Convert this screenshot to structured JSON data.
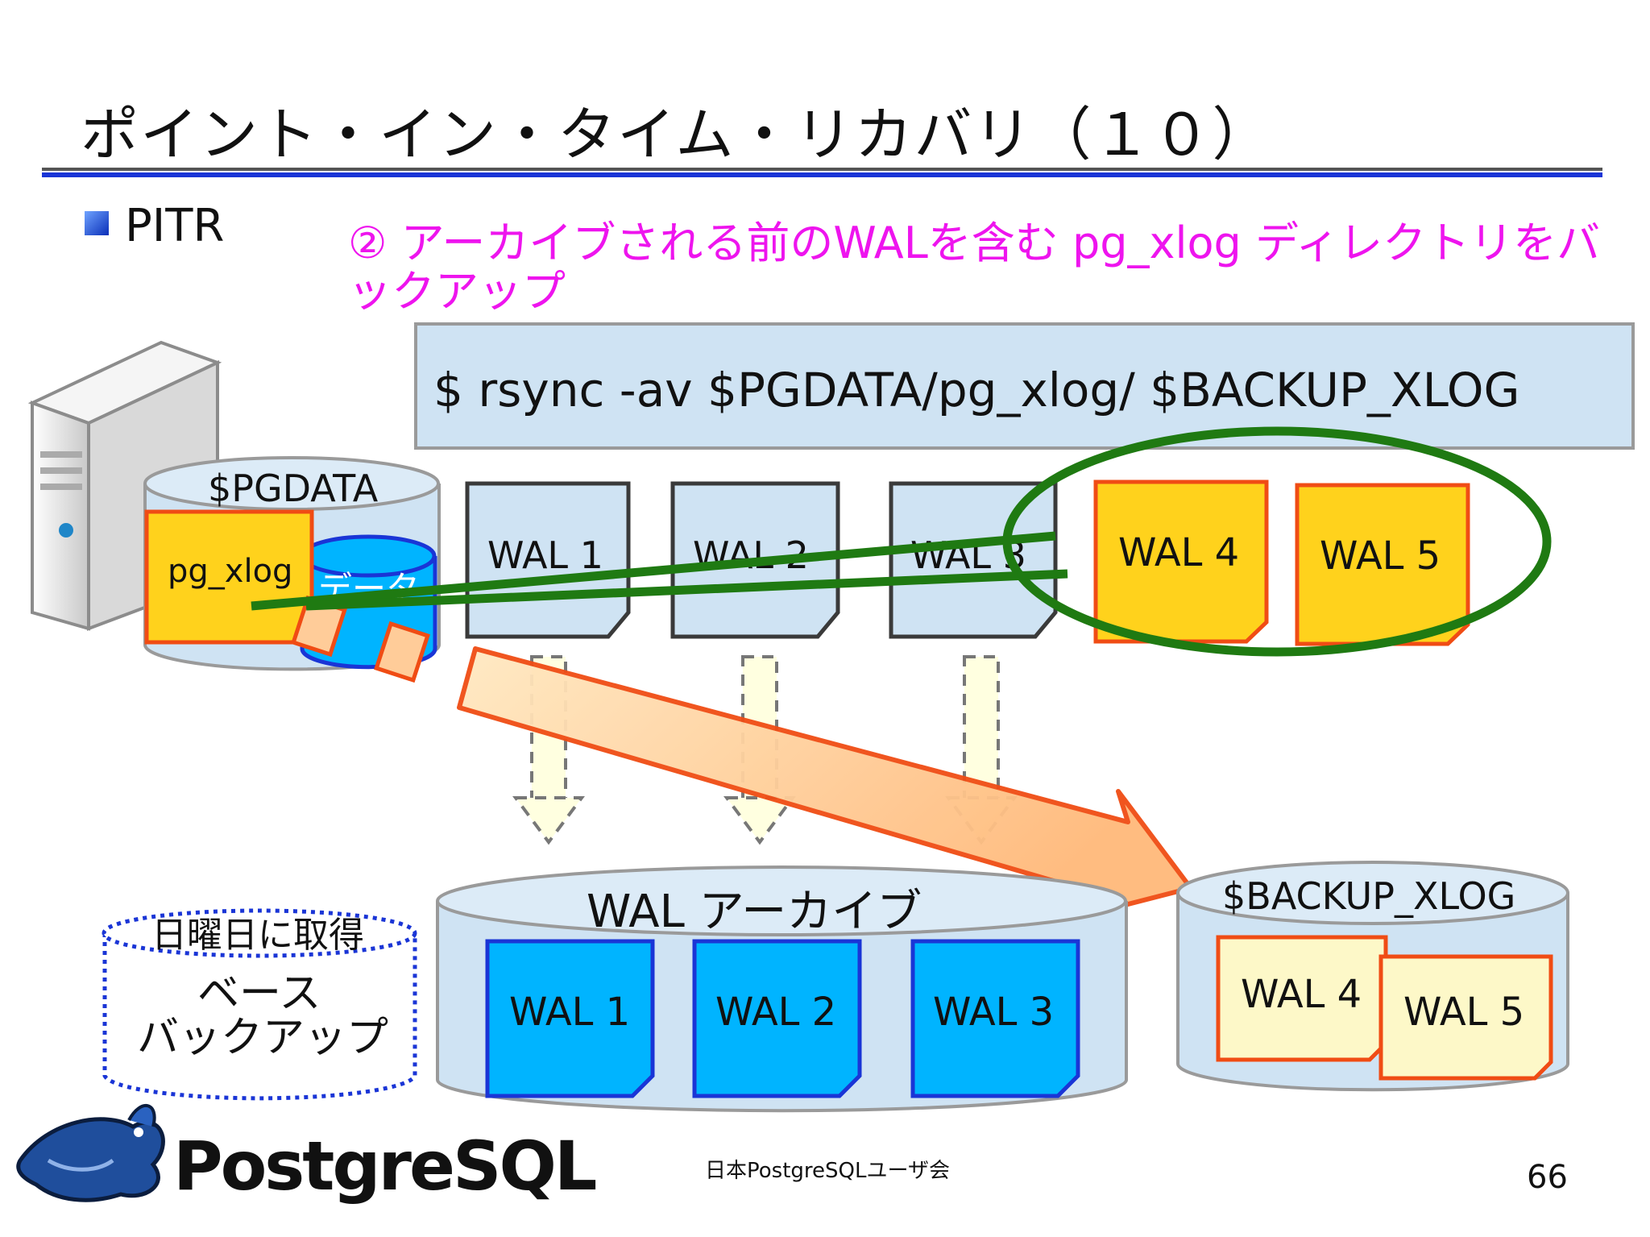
{
  "title": "ポイント・イン・タイム・リカバリ（１０）",
  "bullet": "PITR",
  "step_text": "② アーカイブされる前のWALを含む pg_xlog ディレクトリをバックアップ",
  "command": "$ rsync -av $PGDATA/pg_xlog/ $BACKUP_XLOG",
  "pgdata": {
    "label": "$PGDATA",
    "pg_xlog": "pg_xlog",
    "db_label": "データ"
  },
  "wal_files": [
    "WAL 1",
    "WAL 2",
    "WAL 3",
    "WAL 4",
    "WAL 5"
  ],
  "archive": {
    "label": "WAL アーカイブ",
    "files": [
      "WAL 1",
      "WAL 2",
      "WAL 3"
    ]
  },
  "backup_xlog": {
    "label": "$BACKUP_XLOG",
    "files": [
      "WAL 4",
      "WAL 5"
    ]
  },
  "base_backup": {
    "line1": "日曜日に取得",
    "line2": "ベース",
    "line3": "バックアップ"
  },
  "logo": "PostgreSQL",
  "footer": "日本PostgreSQLユーザ会",
  "page_number": "66",
  "colors": {
    "accent": "#1a35d6",
    "magenta": "#ee14ee",
    "green": "#1f7a12",
    "orange": "#f04c14",
    "wal_yellow": "#ffd21c",
    "wal_blue": "#00b4ff"
  }
}
